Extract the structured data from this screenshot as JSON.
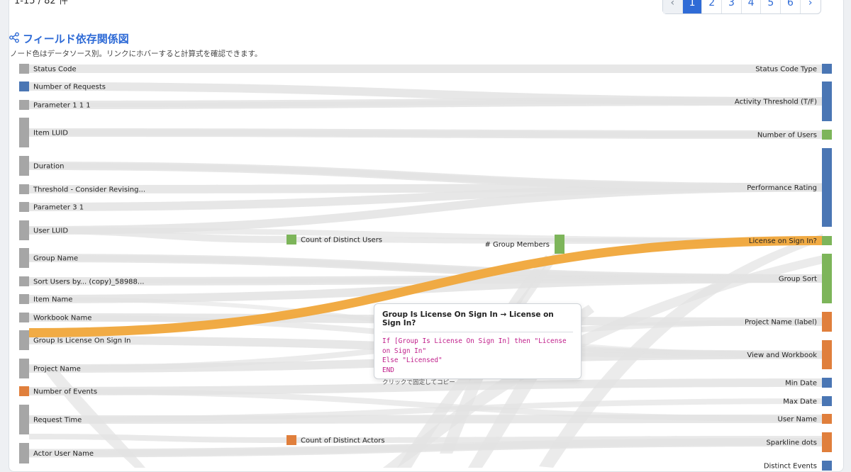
{
  "header": {
    "count_text": "1-15 / 82 件",
    "pager": {
      "prev": "‹",
      "pages": [
        "1",
        "2",
        "3",
        "4",
        "5",
        "6"
      ],
      "next": "›",
      "active": "1"
    }
  },
  "section": {
    "title": "フィールド依存関係図",
    "subtitle": "ノード色はデータソース別。リンクにホバーすると計算式を確認できます。"
  },
  "colors": {
    "gray": "#a6a6a6",
    "blue": "#4a76b4",
    "green": "#7db55a",
    "orange": "#e07f3c",
    "link": "#e3e3e3",
    "highlight": "#f0a63a"
  },
  "diagram": {
    "left_nodes": [
      {
        "label": "Status Code",
        "color": "gray"
      },
      {
        "label": "Number of Requests",
        "color": "blue"
      },
      {
        "label": "Parameter 1 1 1",
        "color": "gray"
      },
      {
        "label": "Item LUID",
        "color": "gray"
      },
      {
        "label": "Duration",
        "color": "gray"
      },
      {
        "label": "Threshold - Consider Revising...",
        "color": "gray"
      },
      {
        "label": "Parameter 3 1",
        "color": "gray"
      },
      {
        "label": "User LUID",
        "color": "gray"
      },
      {
        "label": "Group Name",
        "color": "gray"
      },
      {
        "label": "Sort Users by... (copy)_58988...",
        "color": "gray"
      },
      {
        "label": "Item Name",
        "color": "gray"
      },
      {
        "label": "Workbook Name",
        "color": "gray"
      },
      {
        "label": "Group Is License On Sign In",
        "color": "gray"
      },
      {
        "label": "Project Name",
        "color": "gray"
      },
      {
        "label": "Number of Events",
        "color": "orange"
      },
      {
        "label": "Request Time",
        "color": "gray"
      },
      {
        "label": "Actor User Name",
        "color": "gray"
      }
    ],
    "middle_nodes": [
      {
        "label": "Count of Distinct Users",
        "color": "green"
      },
      {
        "label": "# Group Members",
        "color": "green"
      },
      {
        "label": "Count of Distinct Actors",
        "color": "orange"
      }
    ],
    "right_nodes": [
      {
        "label": "Status Code Type",
        "color": "blue"
      },
      {
        "label": "Activity Threshold (T/F)",
        "color": "blue"
      },
      {
        "label": "Number of Users",
        "color": "green"
      },
      {
        "label": "Performance Rating",
        "color": "blue"
      },
      {
        "label": "License on Sign In?",
        "color": "green"
      },
      {
        "label": "Group Sort",
        "color": "green"
      },
      {
        "label": "Project Name (label)",
        "color": "orange"
      },
      {
        "label": "View and Workbook",
        "color": "orange"
      },
      {
        "label": "Min Date",
        "color": "blue"
      },
      {
        "label": "Max Date",
        "color": "blue"
      },
      {
        "label": "User Name",
        "color": "orange"
      },
      {
        "label": "Sparkline dots",
        "color": "orange"
      },
      {
        "label": "Distinct Events",
        "color": "blue"
      }
    ]
  },
  "tooltip": {
    "title": "Group Is License On Sign In → License on Sign In?",
    "formula": "If [Group Is License On Sign In] then \"License on Sign In\"\nElse \"Licensed\"\nEND",
    "hint": "クリックで固定してコピー"
  }
}
